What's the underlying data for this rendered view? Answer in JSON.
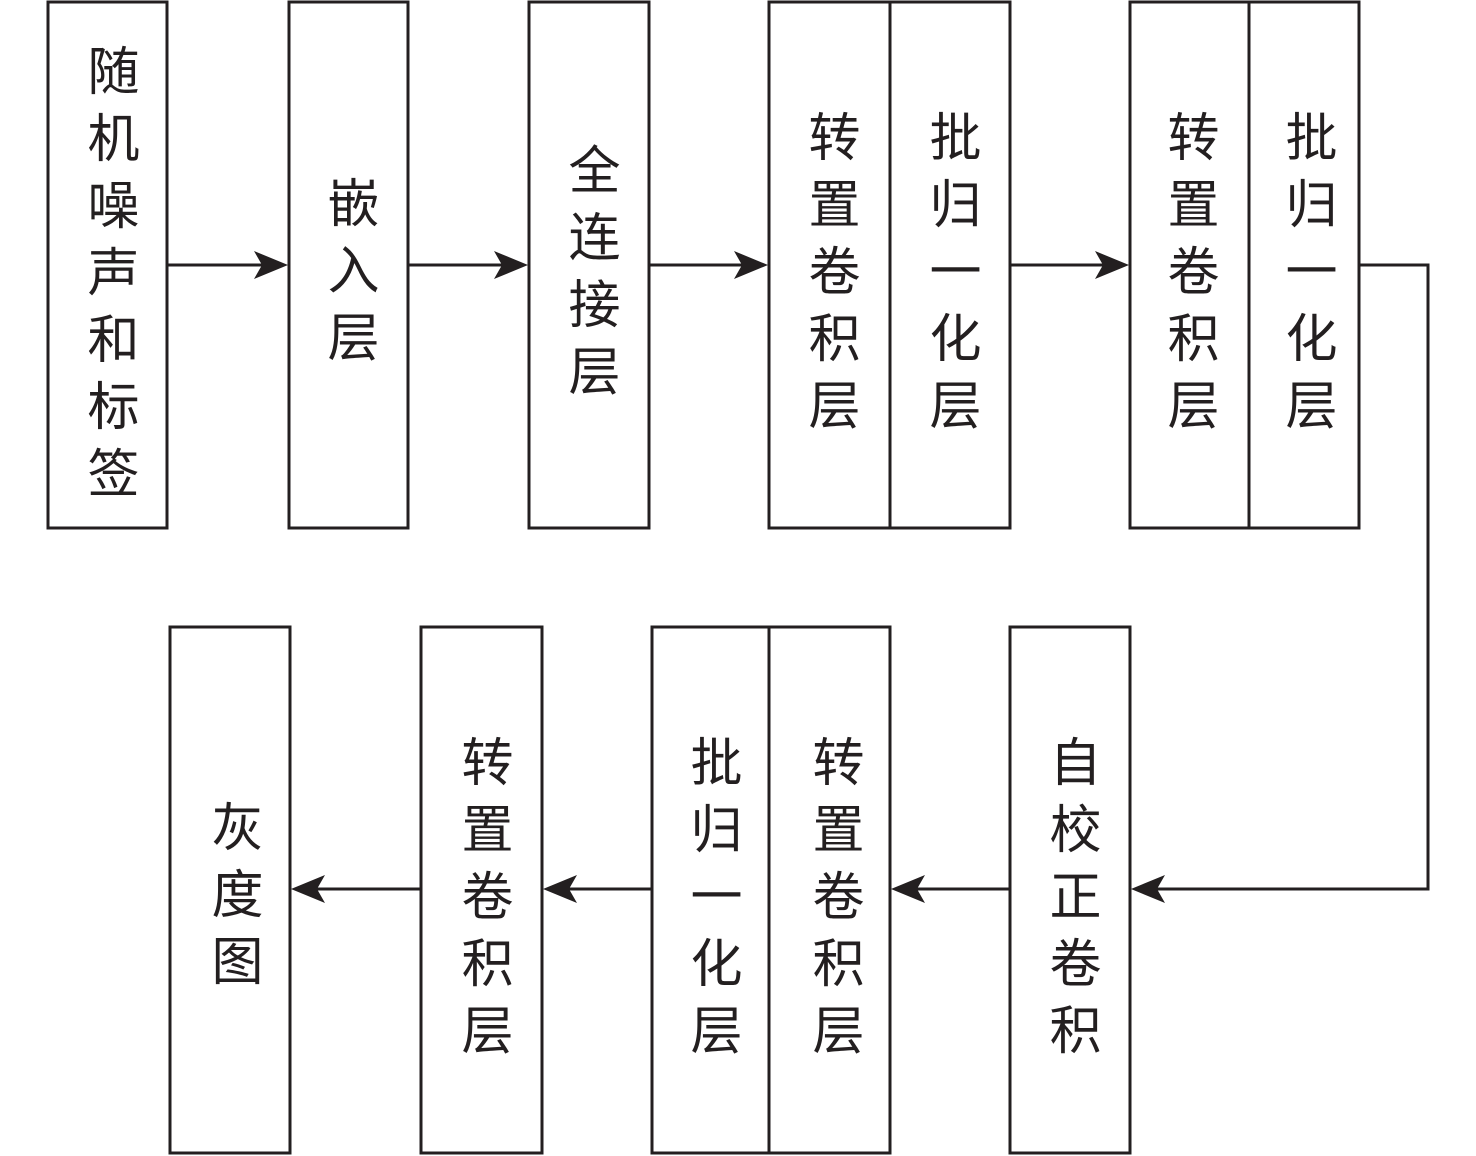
{
  "diagram": {
    "nodes": {
      "noise_label": "随机噪声和标签",
      "embedding": "嵌入层",
      "fully_connected": "全连接层",
      "transposed_conv_1": "转置卷积层",
      "batch_norm_1": "批归一化层",
      "transposed_conv_2": "转置卷积层",
      "batch_norm_2": "批归一化层",
      "self_calibrated_conv": "自校正卷积",
      "transposed_conv_3": "转置卷积层",
      "batch_norm_3": "批归一化层",
      "transposed_conv_4": "转置卷积层",
      "grayscale": "灰度图"
    },
    "colors": {
      "stroke": "#231f20",
      "fill": "#ffffff",
      "text": "#231f20"
    }
  }
}
